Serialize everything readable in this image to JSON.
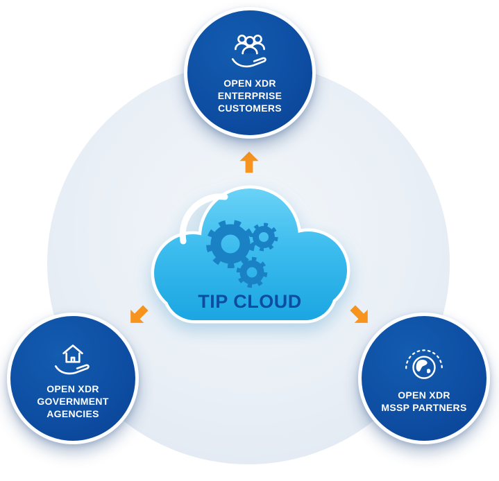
{
  "colors": {
    "node_blue": "#0d4da2",
    "cloud_blue_top": "#6ed4f7",
    "cloud_blue_bottom": "#17a3e0",
    "gear_blue": "#1981c4",
    "arrow_orange": "#f7941d",
    "title_blue": "#0c4da2",
    "background_circle": "#e4ebf4"
  },
  "center": {
    "label": "TIP CLOUD"
  },
  "nodes": [
    {
      "id": "enterprise-customers",
      "icon": "customers-icon",
      "lines": [
        "OPEN XDR",
        "ENTERPRISE",
        "CUSTOMERS"
      ]
    },
    {
      "id": "government-agencies",
      "icon": "house-hand-icon",
      "lines": [
        "OPEN XDR",
        "GOVERNMENT",
        "AGENCIES"
      ]
    },
    {
      "id": "mssp-partners",
      "icon": "globe-icon",
      "lines": [
        "OPEN XDR",
        "MSSP PARTNERS"
      ]
    }
  ]
}
